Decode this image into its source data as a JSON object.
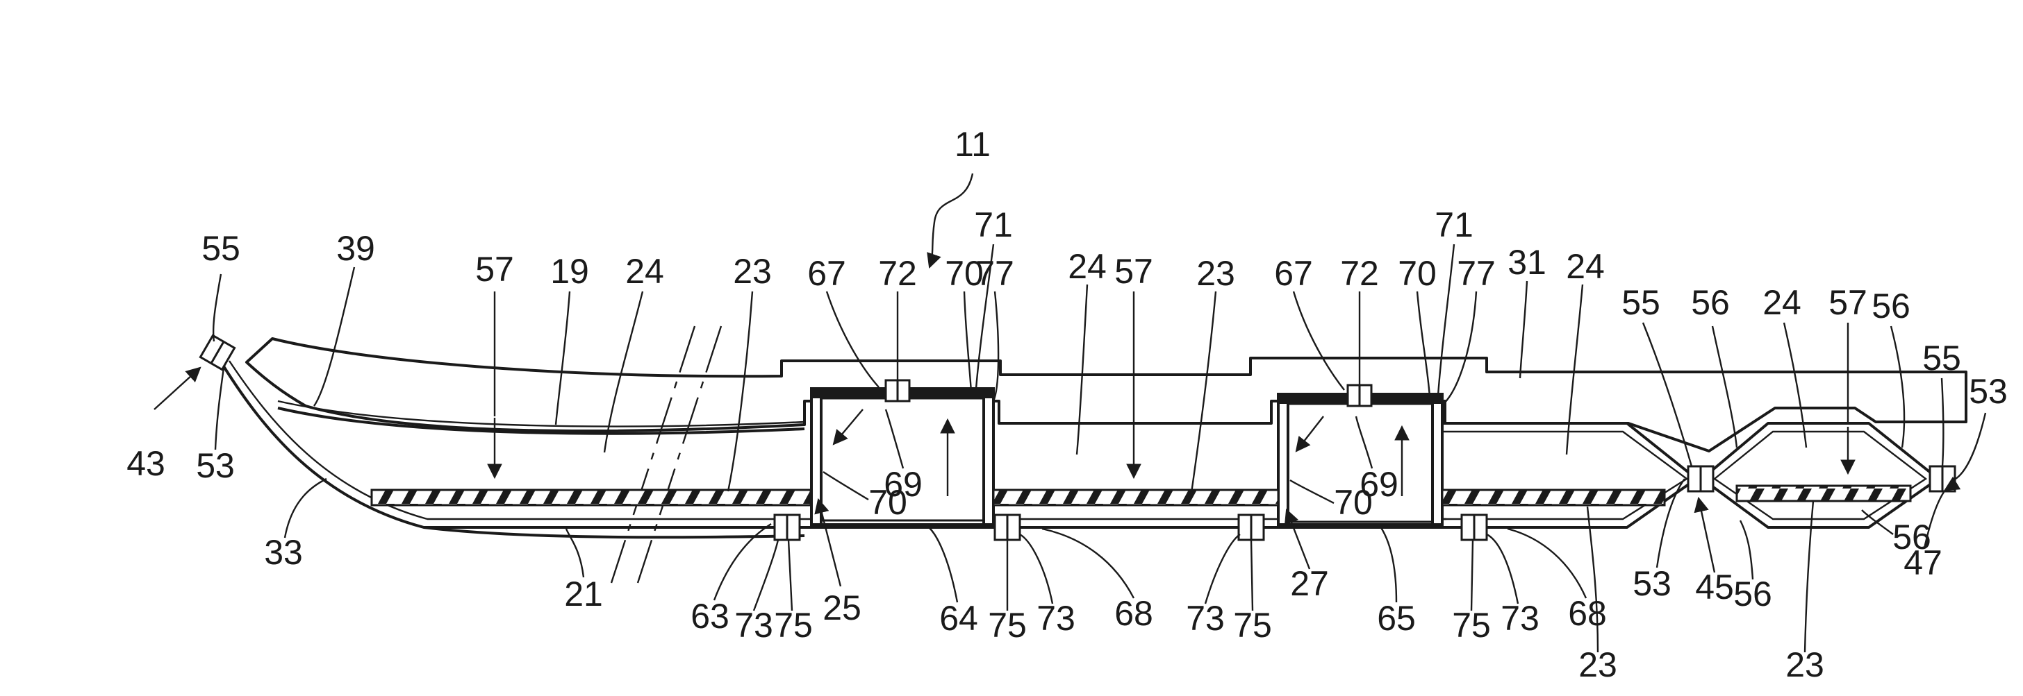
{
  "figure": {
    "reference_labels": [
      {
        "id": "lbl-11",
        "text": "11"
      },
      {
        "id": "lbl-55-left",
        "text": "55"
      },
      {
        "id": "lbl-39",
        "text": "39"
      },
      {
        "id": "lbl-57-a",
        "text": "57"
      },
      {
        "id": "lbl-19",
        "text": "19"
      },
      {
        "id": "lbl-24-a",
        "text": "24"
      },
      {
        "id": "lbl-23-a",
        "text": "23"
      },
      {
        "id": "lbl-67-a",
        "text": "67"
      },
      {
        "id": "lbl-72-a",
        "text": "72"
      },
      {
        "id": "lbl-71-a",
        "text": "71"
      },
      {
        "id": "lbl-70-a",
        "text": "70"
      },
      {
        "id": "lbl-77-a",
        "text": "77"
      },
      {
        "id": "lbl-24-b",
        "text": "24"
      },
      {
        "id": "lbl-57-b",
        "text": "57"
      },
      {
        "id": "lbl-23-b",
        "text": "23"
      },
      {
        "id": "lbl-67-b",
        "text": "67"
      },
      {
        "id": "lbl-72-b",
        "text": "72"
      },
      {
        "id": "lbl-71-b",
        "text": "71"
      },
      {
        "id": "lbl-70-b",
        "text": "70"
      },
      {
        "id": "lbl-77-b",
        "text": "77"
      },
      {
        "id": "lbl-31",
        "text": "31"
      },
      {
        "id": "lbl-24-c",
        "text": "24"
      },
      {
        "id": "lbl-55-mid",
        "text": "55"
      },
      {
        "id": "lbl-56-a",
        "text": "56"
      },
      {
        "id": "lbl-24-d",
        "text": "24"
      },
      {
        "id": "lbl-57-c",
        "text": "57"
      },
      {
        "id": "lbl-56-b",
        "text": "56"
      },
      {
        "id": "lbl-55-right",
        "text": "55"
      },
      {
        "id": "lbl-53-right",
        "text": "53"
      },
      {
        "id": "lbl-43",
        "text": "43"
      },
      {
        "id": "lbl-53-left",
        "text": "53"
      },
      {
        "id": "lbl-69-a",
        "text": "69"
      },
      {
        "id": "lbl-70-c",
        "text": "70"
      },
      {
        "id": "lbl-69-b",
        "text": "69"
      },
      {
        "id": "lbl-70-d",
        "text": "70"
      },
      {
        "id": "lbl-33",
        "text": "33"
      },
      {
        "id": "lbl-53-mid",
        "text": "53"
      },
      {
        "id": "lbl-56-c",
        "text": "56"
      },
      {
        "id": "lbl-56-d",
        "text": "56"
      },
      {
        "id": "lbl-21",
        "text": "21"
      },
      {
        "id": "lbl-63",
        "text": "63"
      },
      {
        "id": "lbl-73-a",
        "text": "73"
      },
      {
        "id": "lbl-75-a",
        "text": "75"
      },
      {
        "id": "lbl-25",
        "text": "25"
      },
      {
        "id": "lbl-64",
        "text": "64"
      },
      {
        "id": "lbl-75-b",
        "text": "75"
      },
      {
        "id": "lbl-73-b",
        "text": "73"
      },
      {
        "id": "lbl-68-a",
        "text": "68"
      },
      {
        "id": "lbl-73-c",
        "text": "73"
      },
      {
        "id": "lbl-75-c",
        "text": "75"
      },
      {
        "id": "lbl-27",
        "text": "27"
      },
      {
        "id": "lbl-65",
        "text": "65"
      },
      {
        "id": "lbl-75-d",
        "text": "75"
      },
      {
        "id": "lbl-73-d",
        "text": "73"
      },
      {
        "id": "lbl-68-b",
        "text": "68"
      },
      {
        "id": "lbl-23-c",
        "text": "23"
      },
      {
        "id": "lbl-45",
        "text": "45"
      },
      {
        "id": "lbl-23-d",
        "text": "23"
      },
      {
        "id": "lbl-47",
        "text": "47"
      }
    ]
  }
}
